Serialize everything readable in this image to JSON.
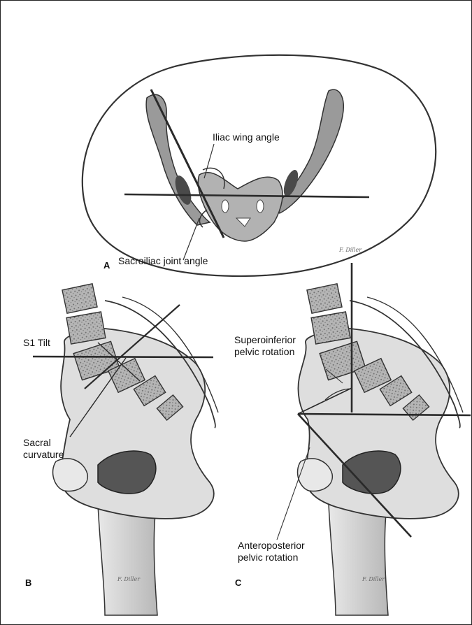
{
  "panels": {
    "a": {
      "letter": "A",
      "labels": {
        "iliac_wing_angle": "Iliac wing angle",
        "sacroiliac_joint_angle": "Sacroiliac joint angle"
      },
      "signature": "F. Diller"
    },
    "b": {
      "letter": "B",
      "labels": {
        "s1_tilt": "S1 Tilt",
        "sacral_curvature": "Sacral\ncurvature"
      },
      "signature": "F. Diller"
    },
    "c": {
      "letter": "C",
      "labels": {
        "superoinferior_pelvic_rotation": "Superoinferior\npelvic rotation",
        "anteroposterior_pelvic_rotation": "Anteroposterior\npelvic rotation"
      },
      "signature": "F. Diller"
    }
  },
  "colors": {
    "line": "#2a2a2a",
    "bone_fill": "#c9c9c9",
    "bone_dark": "#6a6a6a",
    "vertebra": "#8a8a8a"
  }
}
